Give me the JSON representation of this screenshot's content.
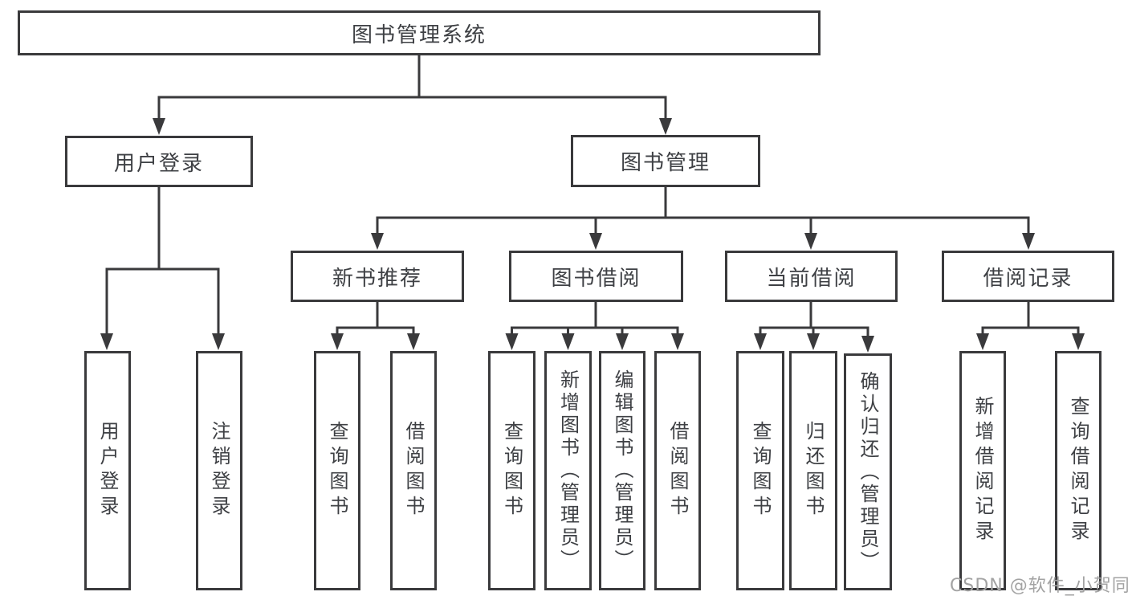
{
  "diagram": {
    "root": {
      "label": "图书管理系统"
    },
    "level2": [
      {
        "id": "user-login",
        "label": "用户登录"
      },
      {
        "id": "book-management",
        "label": "图书管理"
      }
    ],
    "level3": [
      {
        "id": "new-book-recommend",
        "label": "新书推荐"
      },
      {
        "id": "book-borrow",
        "label": "图书借阅"
      },
      {
        "id": "current-borrow",
        "label": "当前借阅"
      },
      {
        "id": "borrow-records",
        "label": "借阅记录"
      }
    ],
    "leaves": {
      "user_login": [
        "用户登录",
        "注销登录"
      ],
      "new_book_recommend": [
        "查询图书",
        "借阅图书"
      ],
      "book_borrow": [
        "查询图书",
        "新增图书（管理员）",
        "编辑图书（管理员）",
        "借阅图书"
      ],
      "current_borrow": [
        "查询图书",
        "归还图书",
        "确认归还（管理员）"
      ],
      "borrow_records": [
        "新增借阅记录",
        "查询借阅记录"
      ]
    }
  },
  "watermark": {
    "text": "CSDN @软件_小贺同学",
    "color": "#a3a3a3"
  },
  "colors": {
    "line": "#3a3a3c",
    "text": "#3e4044",
    "background": "#ffffff"
  }
}
